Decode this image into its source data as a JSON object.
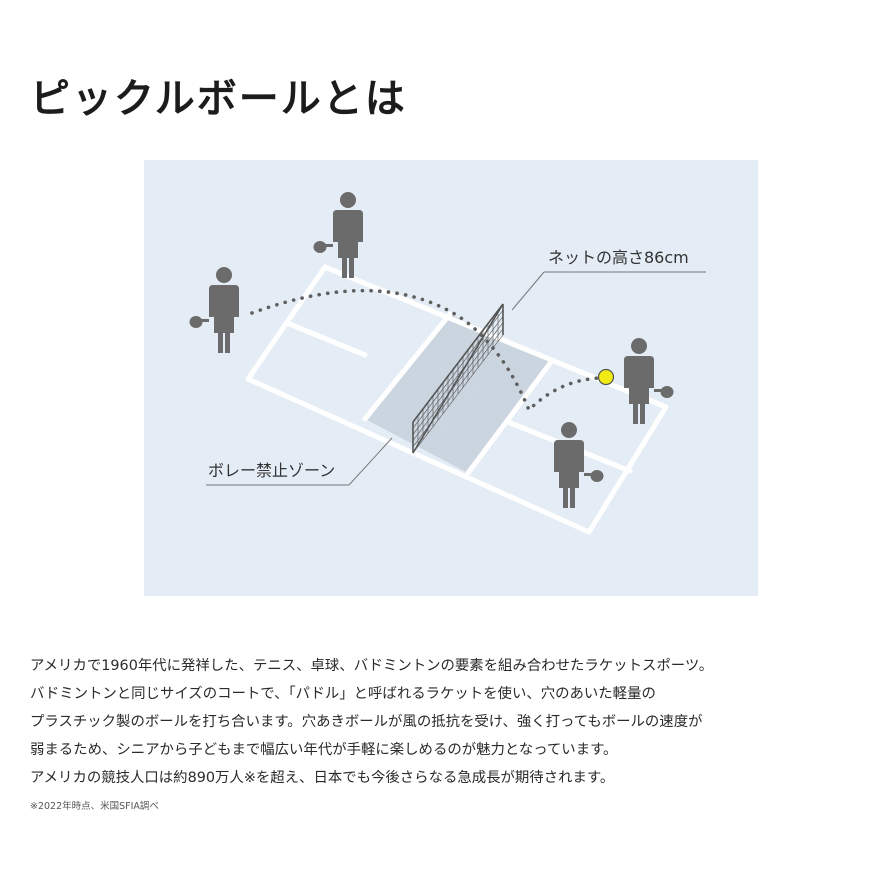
{
  "title": "ピックルボールとは",
  "diagram": {
    "net_height_label": "ネットの高さ86cm",
    "kitchen_label": "ボレー禁止ゾーン",
    "colors": {
      "background": "#e4edf6",
      "court_line": "#ffffff",
      "kitchen_zone": "#cbd5df",
      "player": "#6b6b6b",
      "ball": "#f2ea14",
      "trajectory": "#5f5f5f"
    },
    "players": [
      {
        "name": "player-back-left",
        "icon": "player-with-paddle-icon"
      },
      {
        "name": "player-far-left",
        "icon": "player-with-paddle-icon"
      },
      {
        "name": "player-right",
        "icon": "player-with-paddle-icon"
      },
      {
        "name": "player-right-front",
        "icon": "player-with-paddle-icon"
      }
    ]
  },
  "description": {
    "lines": [
      "アメリカで1960年代に発祥した、テニス、卓球、バドミントンの要素を組み合わせたラケットスポーツ。",
      "バドミントンと同じサイズのコートで、「パドル」と呼ばれるラケットを使い、穴のあいた軽量の",
      "プラスチック製のボールを打ち合います。穴あきボールが風の抵抗を受け、強く打ってもボールの速度が",
      "弱まるため、シニアから子どもまで幅広い年代が手軽に楽しめるのが魅力となっています。",
      "アメリカの競技人口は約890万人※を超え、日本でも今後さらなる急成長が期待されます。"
    ],
    "footnote": "※2022年時点、米国SFIA調べ"
  }
}
